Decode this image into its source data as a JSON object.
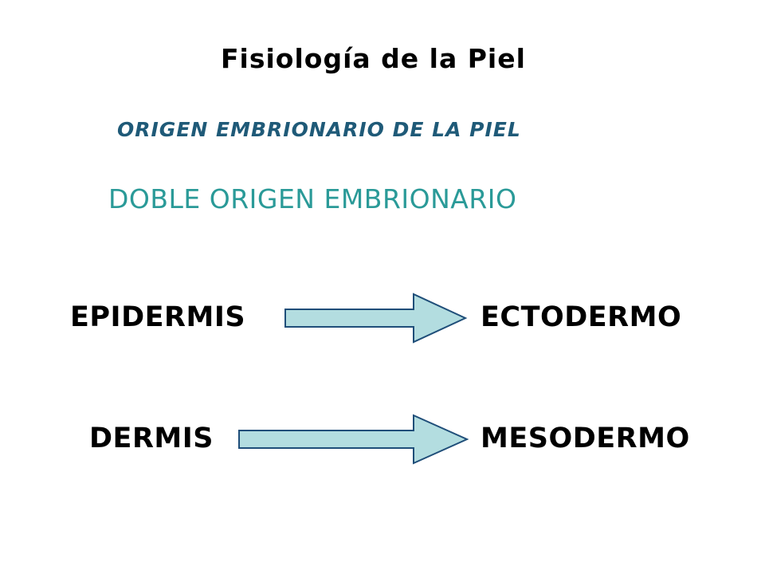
{
  "slide": {
    "title": "Fisiología de la Piel",
    "subtitle": "ORIGEN EMBRIONARIO DE LA PIEL",
    "heading": "DOBLE ORIGEN EMBRIONARIO"
  },
  "rows": [
    {
      "from": "EPIDERMIS",
      "to": "ECTODERMO"
    },
    {
      "from": "DERMIS",
      "to": "MESODERMO"
    }
  ],
  "colors": {
    "subtitle": "#1f5a78",
    "heading": "#2a9a98",
    "arrow_fill": "#b3dde0",
    "arrow_stroke": "#1f4e79"
  },
  "icons": {
    "arrow": "right-arrow-icon"
  }
}
